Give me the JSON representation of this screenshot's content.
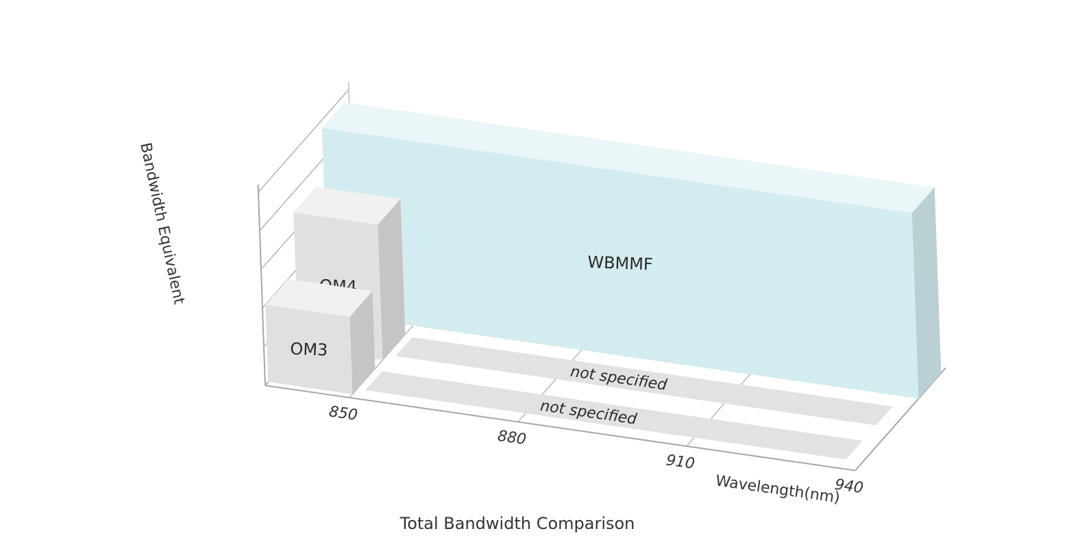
{
  "chart_data": {
    "type": "bar",
    "style": "3d-block",
    "title": "Total Bandwidth Comparison",
    "xlabel": "Wavelength(nm)",
    "ylabel": "Bandwidth Equivalent",
    "x_ticks": [
      "850",
      "880",
      "910",
      "940"
    ],
    "grid": true,
    "series": [
      {
        "name": "OM3",
        "label": "OM3",
        "depth_row": 1,
        "x_start": 835,
        "x_end": 850,
        "value": 1.0,
        "color": "#e0e0e0"
      },
      {
        "name": "OM4",
        "label": "OM4",
        "depth_row": 2,
        "x_start": 835,
        "x_end": 850,
        "value": 1.75,
        "color": "#e0e0e0"
      },
      {
        "name": "WBMMF",
        "label": "WBMMF",
        "depth_row": 3,
        "x_start": 835,
        "x_end": 940,
        "value": 2.4,
        "color": "#d3ecef"
      }
    ],
    "annotations": [
      {
        "row": 1,
        "text": "not specified",
        "x_start": 850,
        "x_end": 940
      },
      {
        "row": 2,
        "text": "not specified",
        "x_start": 850,
        "x_end": 940
      }
    ]
  }
}
